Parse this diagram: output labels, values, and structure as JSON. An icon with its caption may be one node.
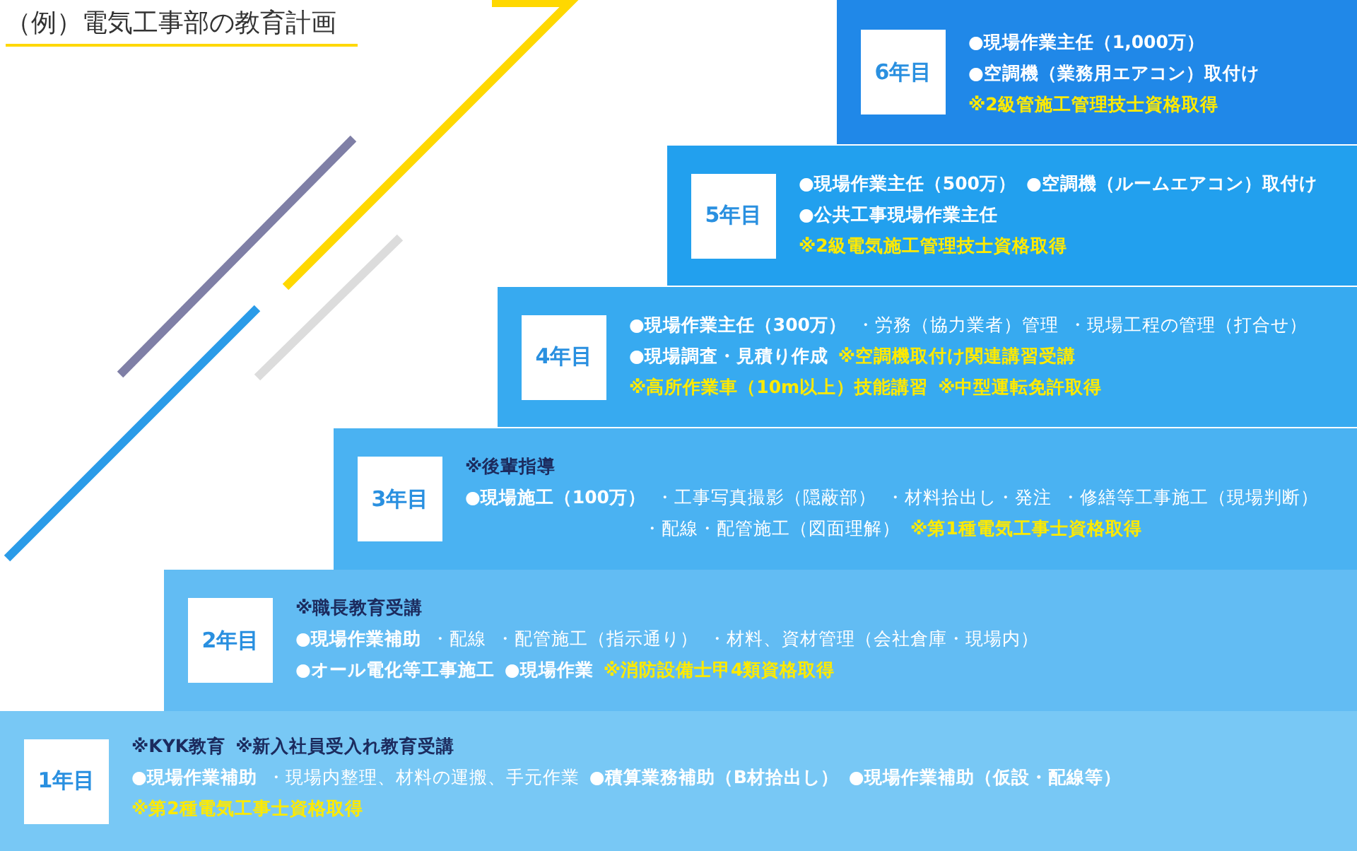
{
  "diagram": {
    "title": "（例）電気工事部の教育計画",
    "nodes": [
      {
        "text": [
          "●現場作業主任（1,000万）",
          "●空調機（業務用エアコン）取付け",
          "※2級管施工管理技士資格取得"
        ]
      },
      {
        "text": [
          "6年目"
        ],
        "in": 0
      },
      {
        "text": [
          "●現場作業主任（500万）",
          "●空調機（ルームエアコン）取付け",
          "●公共工事現場作業主任",
          "※2級電気施工管理技士資格取得"
        ]
      },
      {
        "text": [
          "5年目"
        ],
        "in": 2
      },
      {
        "text": [
          "●現場作業主任（300万）",
          "・労務（協力業者）管理",
          "・現場工程の管理（打合せ）",
          "●現場調査・見積り作成",
          "※空調機取付け関連講習受講",
          "※高所作業車（10m以上）技能講習",
          "※中型運転免許取得"
        ]
      },
      {
        "text": [
          "4年目"
        ],
        "in": 4
      },
      {
        "text": [
          "※後輩指導",
          "●現場施工（100万）",
          "・工事写真撮影（隠蔽部）",
          "・材料拾出し・発注",
          "・修繕等工事施工（現場判断）",
          "・配線・配管施工（図面理解）",
          "※第1種電気工事士資格取得"
        ]
      },
      {
        "text": [
          "3年目"
        ],
        "in": 6
      },
      {
        "text": [
          "※職長教育受講",
          "●現場作業補助",
          "・配線",
          "・配管施工（指示通り）",
          "・材料、資材管理（会社倉庫・現場内）",
          "●オール電化等工事施工",
          "●現場作業",
          "※消防設備士甲4類資格取得"
        ]
      },
      {
        "text": [
          "2年目"
        ],
        "in": 8
      },
      {
        "text": [
          "※KYK教育",
          "※新入社員受入れ教育受講",
          "●現場作業補助",
          "・現場内整理、材料の運搬、手元作業",
          "●積算業務補助（B材拾出し）",
          "●現場作業補助（仮設・配線等）",
          "※第2種電気工事士資格取得"
        ]
      },
      {
        "text": [
          "1年目"
        ],
        "in": 10
      }
    ]
  }
}
